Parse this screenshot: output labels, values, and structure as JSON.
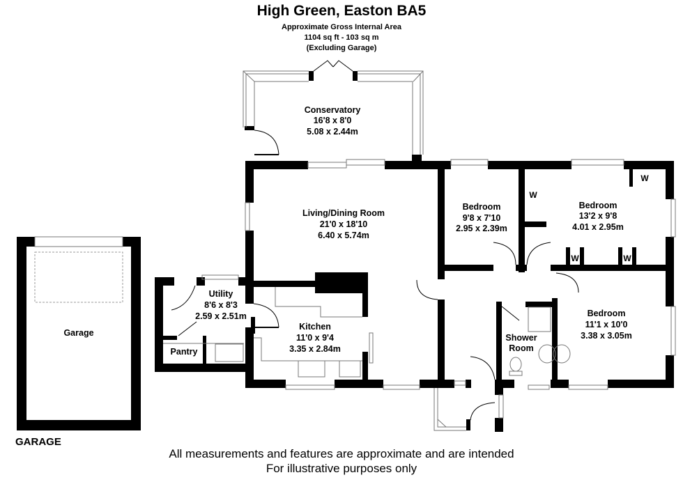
{
  "header": {
    "title": "High Green, Easton BA5",
    "area_label": "Approximate Gross Internal Area",
    "area_value": "1104 sq ft - 103 sq m",
    "area_note": "(Excluding Garage)"
  },
  "rooms": {
    "conservatory": {
      "name": "Conservatory",
      "imperial": "16'8 x 8'0",
      "metric": "5.08 x 2.44m"
    },
    "living": {
      "name": "Living/Dining Room",
      "imperial": "21'0 x 18'10",
      "metric": "6.40 x 5.74m"
    },
    "bedroom1": {
      "name": "Bedroom",
      "imperial": "9'8 x 7'10",
      "metric": "2.95 x 2.39m"
    },
    "bedroom2": {
      "name": "Bedroom",
      "imperial": "13'2 x 9'8",
      "metric": "4.01 x 2.95m"
    },
    "bedroom3": {
      "name": "Bedroom",
      "imperial": "11'1 x 10'0",
      "metric": "3.38 x 3.05m"
    },
    "utility": {
      "name": "Utility",
      "imperial": "8'6 x 8'3",
      "metric": "2.59 x 2.51m"
    },
    "kitchen": {
      "name": "Kitchen",
      "imperial": "11'0 x 9'4",
      "metric": "3.35 x 2.84m"
    },
    "shower": {
      "name_line1": "Shower",
      "name_line2": "Room"
    },
    "pantry": {
      "name": "Pantry"
    },
    "garage": {
      "name": "Garage"
    }
  },
  "wardrobe_label": "W",
  "garage_caption": "GARAGE",
  "footer": {
    "line1": "All measurements and features are approximate and are intended",
    "line2": "For illustrative purposes only"
  }
}
